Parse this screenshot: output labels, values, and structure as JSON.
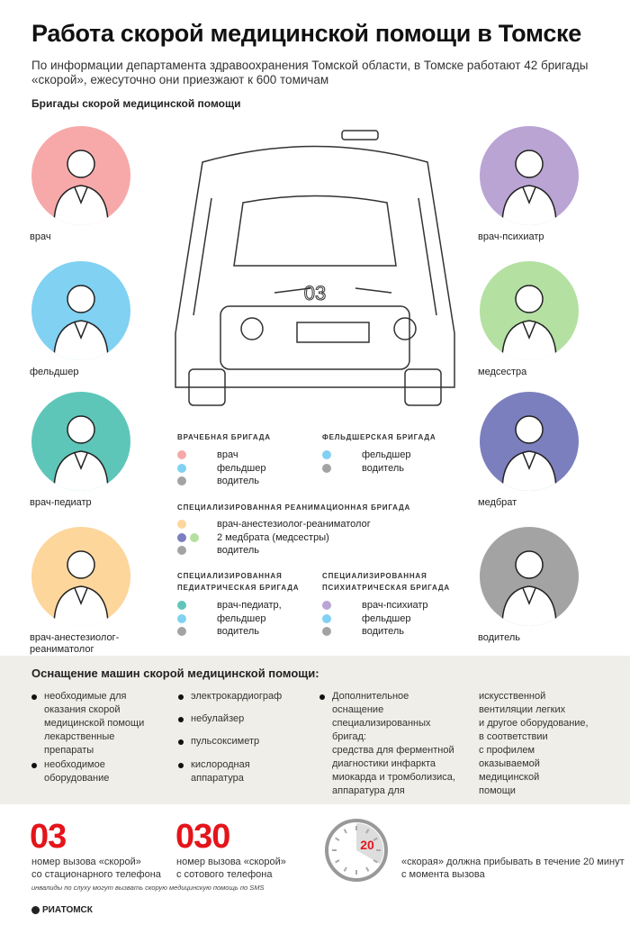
{
  "title": "Работа скорой медицинской помощи в Томске",
  "subtitle": "По информации департамента здравоохранения Томской области, в Томске работают 42 бригады «скорой», ежесуточно они приезжают к 600 томичам",
  "section_title": "Бригады скорой медицинской помощи",
  "ambulance_number": "03",
  "roles_left": [
    {
      "label": "врач",
      "color": "#f7a9a9"
    },
    {
      "label": "фельдшер",
      "color": "#80d1f2"
    },
    {
      "label": "врач-педиатр",
      "color": "#5ec6b9"
    },
    {
      "label": "врач-анестезиолог-реаниматолог",
      "color": "#fdd69c"
    }
  ],
  "roles_right": [
    {
      "label": "врач-психиатр",
      "color": "#b9a4d4"
    },
    {
      "label": "медсестра",
      "color": "#b4e0a2"
    },
    {
      "label": "медбрат",
      "color": "#7b7fbe"
    },
    {
      "label": "водитель",
      "color": "#a3a3a3"
    }
  ],
  "brigades": {
    "doctor": {
      "title": "ВРАЧЕБНАЯ БРИГАДА",
      "items": [
        "врач",
        "фельдшер",
        "водитель"
      ]
    },
    "feldsher": {
      "title": "ФЕЛЬДШЕРСКАЯ БРИГАДА",
      "items": [
        "фельдшер",
        "водитель"
      ]
    },
    "reanim": {
      "title": "СПЕЦИАЛИЗИРОВАННАЯ РЕАНИМАЦИОННАЯ БРИГАДА",
      "items": [
        "врач-анестезиолог-реаниматолог",
        "2 медбрата (медсестры)",
        "водитель"
      ]
    },
    "pediatric": {
      "title1": "СПЕЦИАЛИЗИРОВАННАЯ",
      "title2": "ПЕДИАТРИЧЕСКАЯ БРИГАДА",
      "items": [
        "врач-педиатр,",
        "фельдшер",
        "водитель"
      ]
    },
    "psych": {
      "title1": "СПЕЦИАЛИЗИРОВАННАЯ",
      "title2": "ПСИХИАТРИЧЕСКАЯ БРИГАДА",
      "items": [
        "врач-психиатр",
        "фельдшер",
        "водитель"
      ]
    }
  },
  "equipment": {
    "title": "Оснащение машин скорой медицинской помощи:",
    "col1": [
      "необходимые для\nоказания скорой\nмедицинской помощи\nлекарственные\nпрепараты",
      "необходимое\nоборудование"
    ],
    "col2": [
      "электрокардиограф",
      "небулайзер",
      "пульсоксиметр",
      "кислородная\nаппаратура"
    ],
    "col3": "Дополнительное\nоснащение\nспециализированных\nбригад:\nсредства для ферментной\nдиагностики инфаркта\nмиокарда и тромболизиса,\nаппаратура для",
    "col4": "искусственной\nвентиляции легких\nи другое оборудование,\nв соответствии\nс профилем\nоказываемой\nмедицинской\nпомощи"
  },
  "phones": [
    {
      "number": "03",
      "text": "номер вызова «скорой»\nсо стационарного телефона"
    },
    {
      "number": "030",
      "text": "номер вызова «скорой»\nс сотового телефона"
    }
  ],
  "sms_note": "инвалиды по слуху могут вызвать скорую медицинскую помощь по SMS",
  "arrival": {
    "minutes": "20",
    "text": "«скорая» должна прибывать в течение 20 минут\nс момента вызова",
    "fraction": 0.333
  },
  "logo": "РИАТОМСК",
  "colors": {
    "accent": "#e5141b",
    "band": "#efeee8"
  }
}
